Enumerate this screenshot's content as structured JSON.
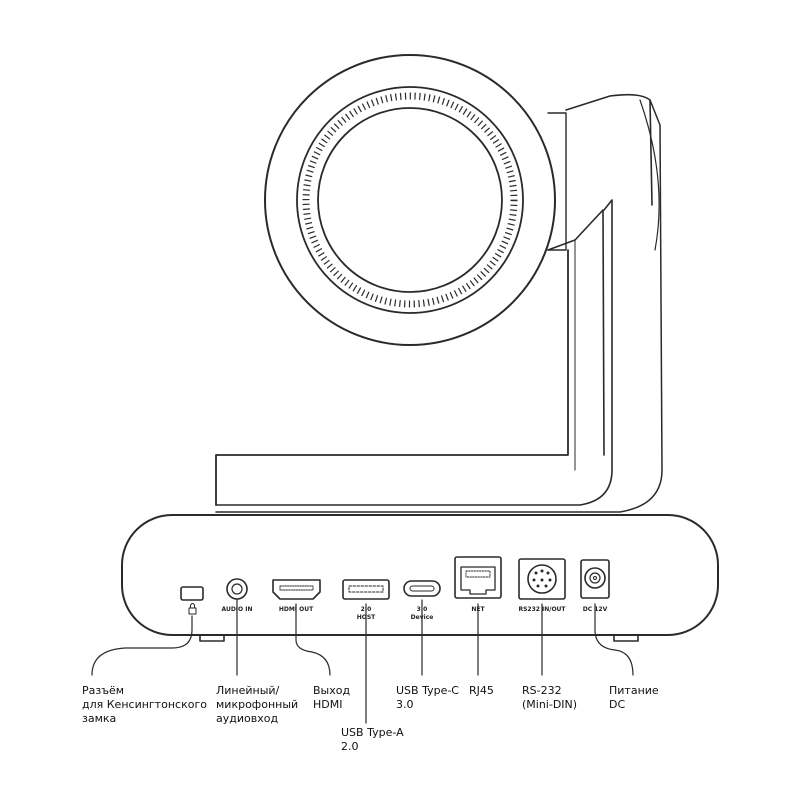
{
  "ports": {
    "kensington_lock": "",
    "audio_in": "AUDIO IN",
    "hdmi_out": "HDMI OUT",
    "usb_a_version": "2.0",
    "usb_a_mode": "HOST",
    "usb_c_version": "3.0",
    "usb_c_mode": "Device",
    "net": "NET",
    "rs232": "RS232 IN/OUT",
    "dc": "DC 12V"
  },
  "callouts": {
    "kensington": [
      "Разъём",
      "для Кенсингтонского",
      "замка"
    ],
    "audio": [
      "Линейный/",
      "микрофонный",
      "аудиовход"
    ],
    "hdmi": [
      "Выход",
      "HDMI"
    ],
    "usb_a": [
      "USB Type-A",
      "2.0"
    ],
    "usb_c": [
      "USB Type-C",
      "3.0"
    ],
    "rj45": [
      "RJ45"
    ],
    "rs232": [
      "RS-232",
      "(Mini-DIN)"
    ],
    "power": [
      "Питание",
      "DC"
    ]
  },
  "colors": {
    "stroke": "#2a2a2a",
    "fill": "#ffffff",
    "text": "#111111"
  }
}
